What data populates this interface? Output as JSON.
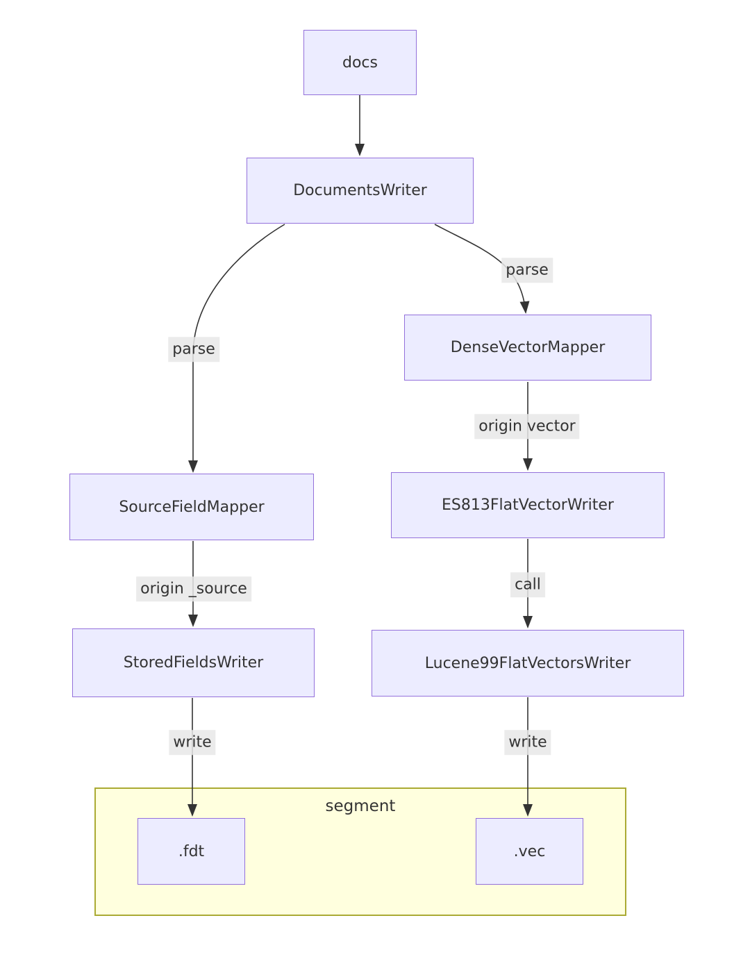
{
  "diagram": {
    "type": "flowchart",
    "cluster": {
      "label": "segment"
    },
    "nodes": [
      {
        "id": "docs",
        "label": "docs"
      },
      {
        "id": "documents-writer",
        "label": "DocumentsWriter"
      },
      {
        "id": "dense-vector-mapper",
        "label": "DenseVectorMapper"
      },
      {
        "id": "source-field-mapper",
        "label": "SourceFieldMapper"
      },
      {
        "id": "es813-flat-vector-writer",
        "label": "ES813FlatVectorWriter"
      },
      {
        "id": "stored-fields-writer",
        "label": "StoredFieldsWriter"
      },
      {
        "id": "lucene99-flat-vectors-writer",
        "label": "Lucene99FlatVectorsWriter"
      },
      {
        "id": "fdt-file",
        "label": ".fdt"
      },
      {
        "id": "vec-file",
        "label": ".vec"
      }
    ],
    "edges": [
      {
        "from": "docs",
        "to": "documents-writer",
        "label": ""
      },
      {
        "from": "documents-writer",
        "to": "source-field-mapper",
        "label": "parse"
      },
      {
        "from": "documents-writer",
        "to": "dense-vector-mapper",
        "label": "parse"
      },
      {
        "from": "dense-vector-mapper",
        "to": "es813-flat-vector-writer",
        "label": "origin vector"
      },
      {
        "from": "source-field-mapper",
        "to": "stored-fields-writer",
        "label": "origin _source"
      },
      {
        "from": "es813-flat-vector-writer",
        "to": "lucene99-flat-vectors-writer",
        "label": "call"
      },
      {
        "from": "stored-fields-writer",
        "to": "fdt-file",
        "label": "write"
      },
      {
        "from": "lucene99-flat-vectors-writer",
        "to": "vec-file",
        "label": "write"
      }
    ],
    "colors": {
      "node_fill": "#ECECFF",
      "node_border": "#9370DB",
      "cluster_fill": "#FFFFDE",
      "cluster_border": "#AAAA33",
      "edge": "#333333",
      "edge_label_bg": "#E8E8E8",
      "text": "#333333",
      "background": "#FFFFFF"
    }
  }
}
